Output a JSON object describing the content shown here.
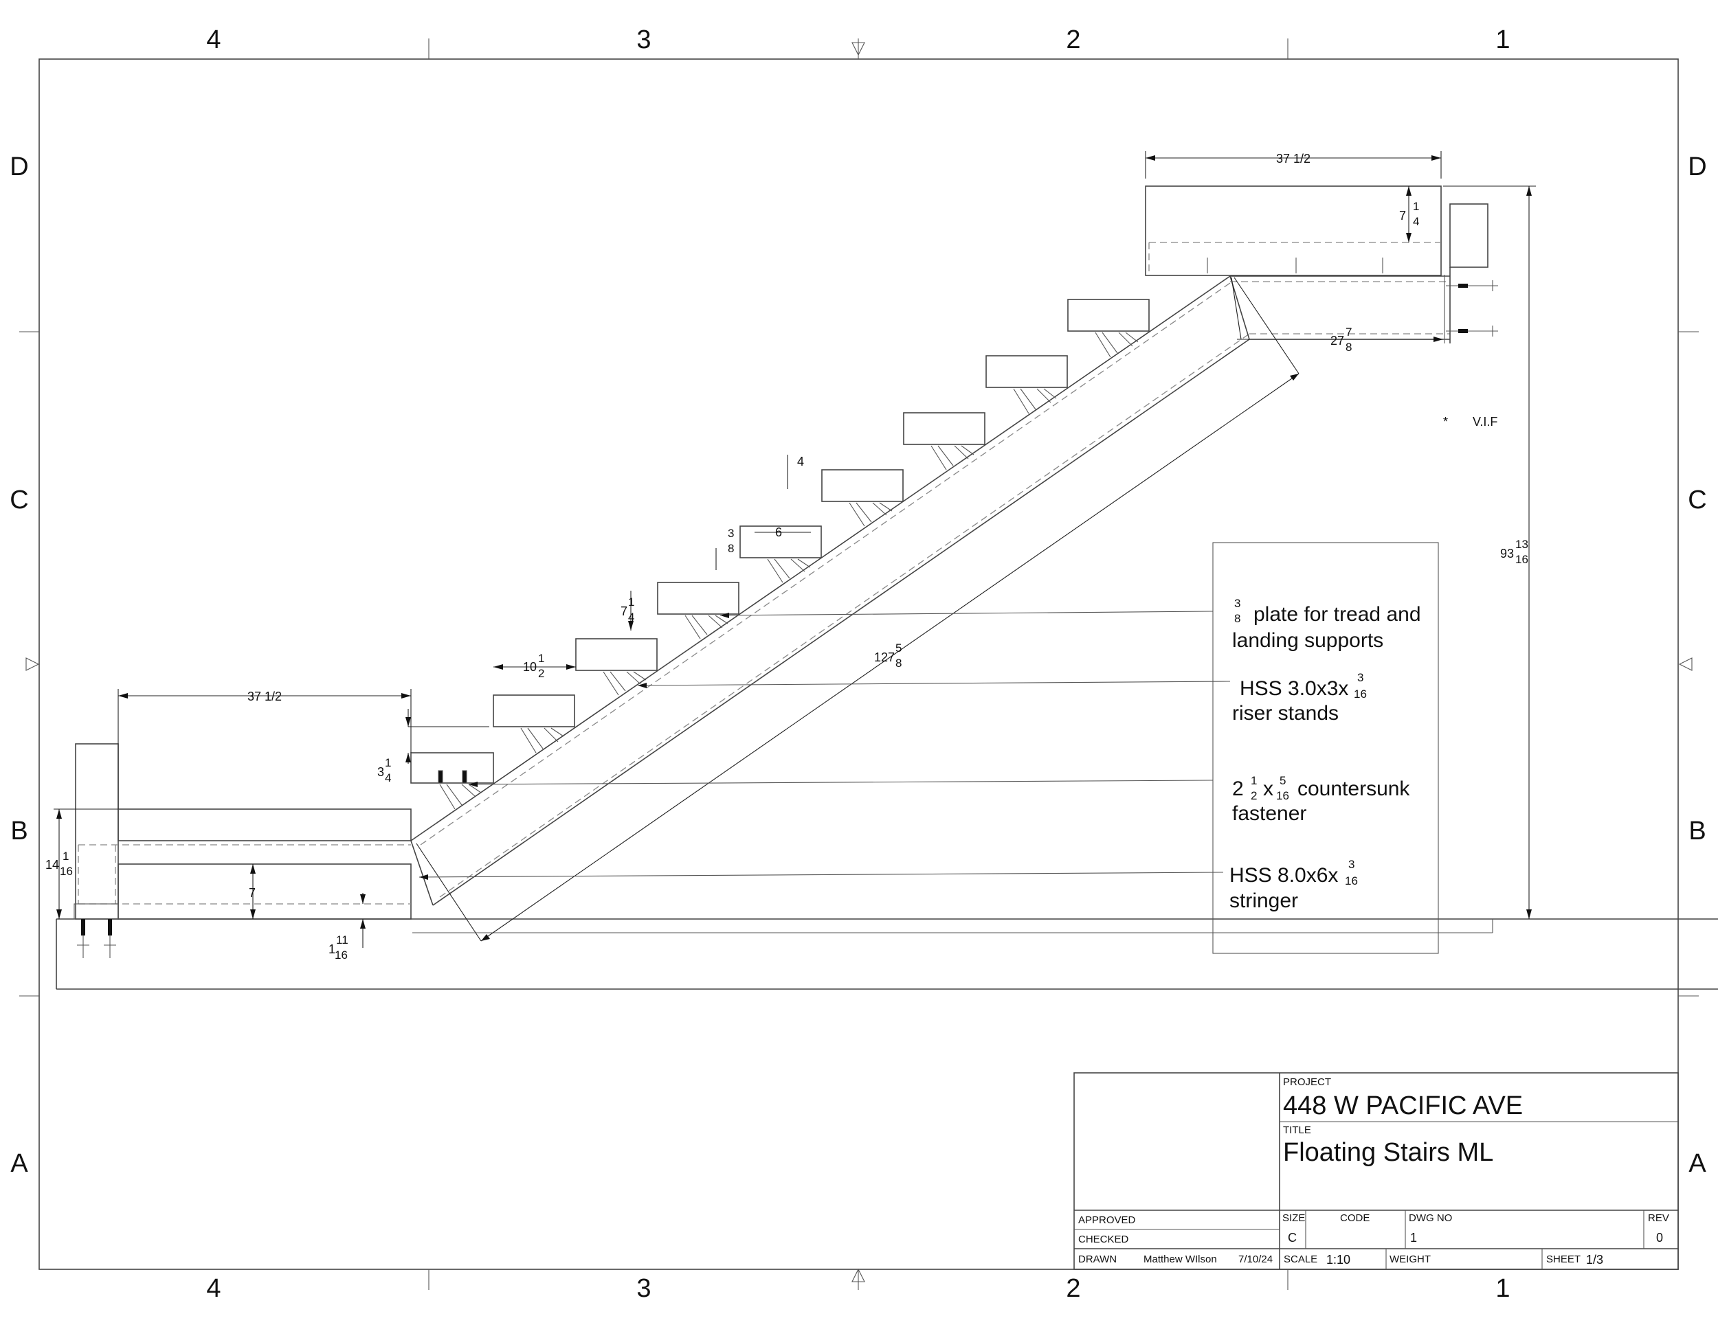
{
  "zones": {
    "columns": [
      "4",
      "3",
      "2",
      "1"
    ],
    "rows": [
      "D",
      "C",
      "B",
      "A"
    ]
  },
  "dimensions": {
    "top_landing_width": "37 1/2",
    "bottom_landing_width": "37 1/2",
    "top_landing_height_whole": "7",
    "top_landing_height_num": "1",
    "top_landing_height_den": "4",
    "top_span_whole": "27",
    "top_span_num": "7",
    "top_span_den": "8",
    "overall_height_whole": "93",
    "overall_height_num": "13",
    "overall_height_den": "16",
    "diagonal_whole": "127",
    "diagonal_num": "5",
    "diagonal_den": "8",
    "tread_thickness": "4",
    "plate_num": "3",
    "plate_den": "8",
    "plate_width": "6",
    "riser_whole": "7",
    "riser_num": "1",
    "riser_den": "4",
    "tread_depth_whole": "10",
    "tread_depth_num": "1",
    "tread_depth_den": "2",
    "first_riser_whole": "3",
    "first_riser_num": "1",
    "first_riser_den": "4",
    "bottom_landing_height_whole": "14",
    "bottom_landing_height_num": "1",
    "bottom_landing_height_den": "16",
    "bottom_step": "7",
    "base_offset_whole": "1",
    "base_offset_num": "11",
    "base_offset_den": "16"
  },
  "vif_note": {
    "mark": "*",
    "text": "V.I.F"
  },
  "notes": {
    "plate": {
      "num": "3",
      "den": "8",
      "line1": "plate for tread and",
      "line2": "landing supports"
    },
    "riser": {
      "line1_prefix": "HSS 3.0x3x",
      "num": "3",
      "den": "16",
      "line2": "riser stands"
    },
    "fastener": {
      "prefix": "2",
      "num1": "1",
      "den1": "2",
      "mid": "x",
      "num2": "5",
      "den2": "16",
      "suffix": "countersunk",
      "line2": "fastener"
    },
    "stringer": {
      "line1_prefix": "HSS 8.0x6x",
      "num": "3",
      "den": "16",
      "line2": "stringer"
    }
  },
  "title_block": {
    "project_label": "PROJECT",
    "project": "448 W PACIFIC AVE",
    "title_label": "TITLE",
    "title": "Floating Stairs ML",
    "approved_label": "APPROVED",
    "checked_label": "CHECKED",
    "drawn_label": "DRAWN",
    "drawn_by": "Matthew WIlson",
    "drawn_date": "7/10/24",
    "size_label": "SIZE",
    "size": "C",
    "code_label": "CODE",
    "dwg_no_label": "DWG NO",
    "dwg_no": "1",
    "rev_label": "REV",
    "rev": "0",
    "scale_label": "SCALE",
    "scale": "1:10",
    "weight_label": "WEIGHT",
    "sheet_label": "SHEET",
    "sheet": "1/3"
  }
}
